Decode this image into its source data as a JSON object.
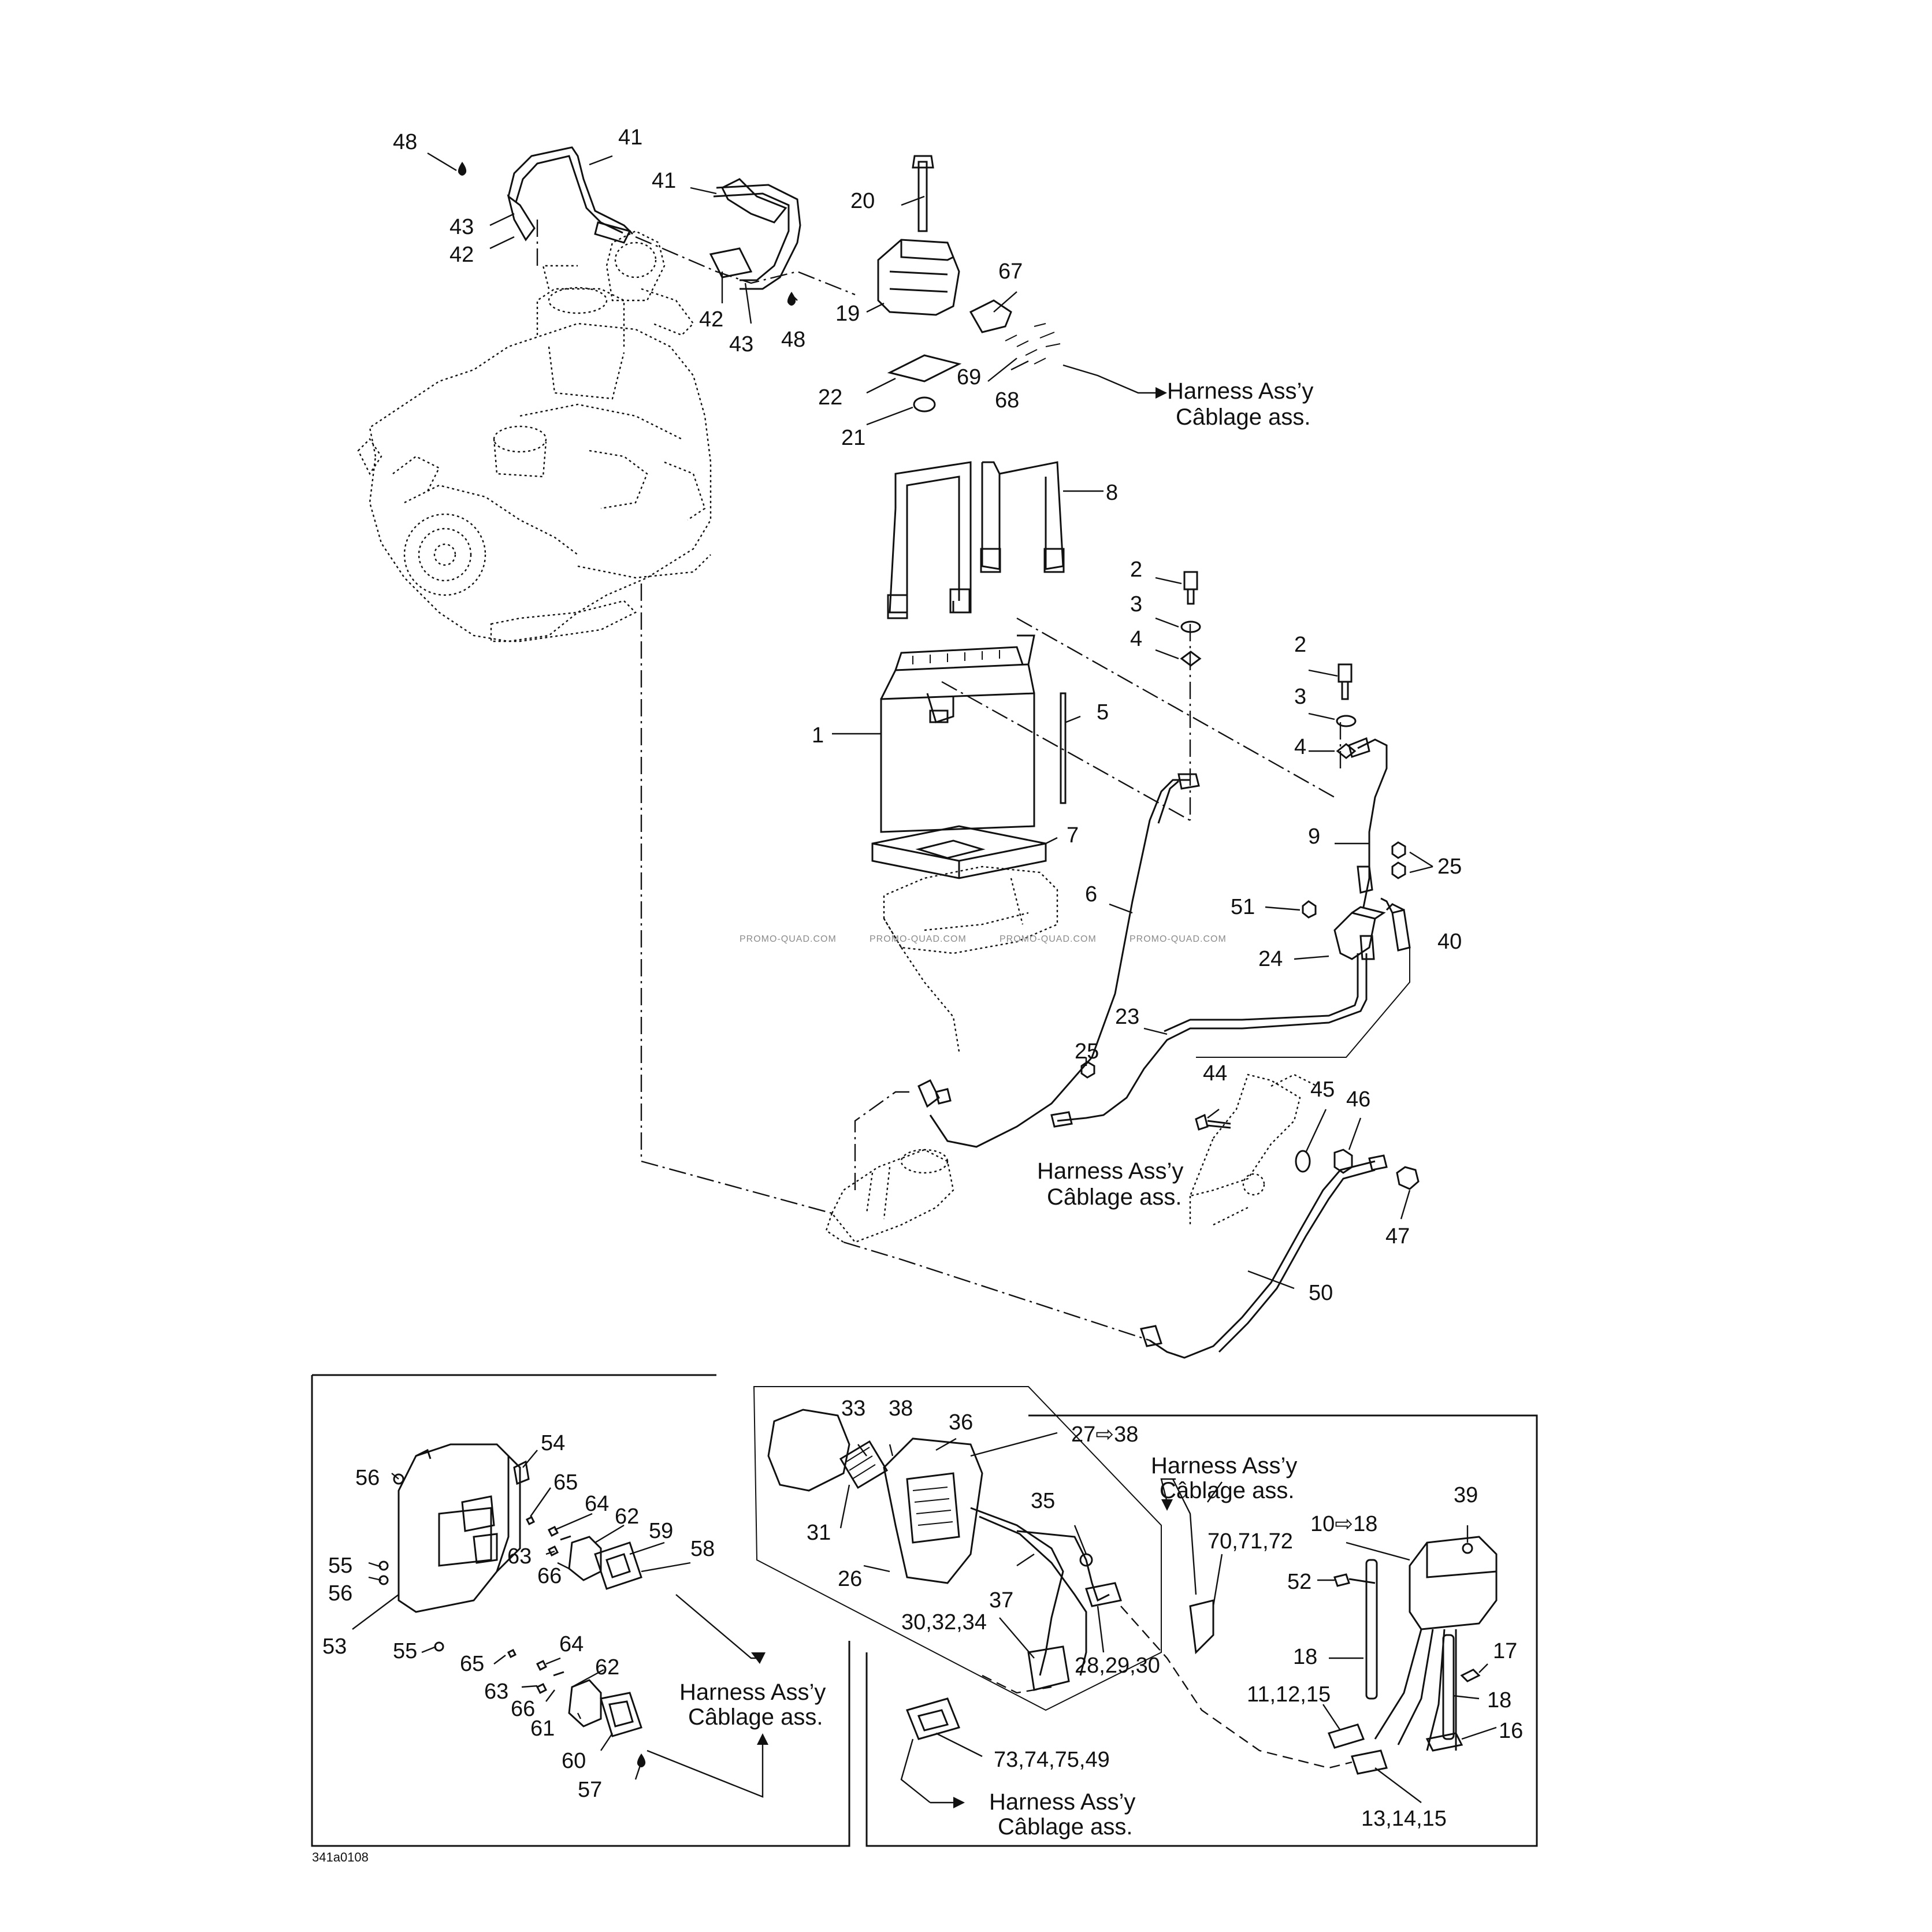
{
  "labels": [
    {
      "id": "48a",
      "text": "48"
    },
    {
      "id": "41a",
      "text": "41"
    },
    {
      "id": "41b",
      "text": "41"
    },
    {
      "id": "43a",
      "text": "43"
    },
    {
      "id": "42a",
      "text": "42"
    },
    {
      "id": "20",
      "text": "20"
    },
    {
      "id": "42b",
      "text": "42"
    },
    {
      "id": "43b",
      "text": "43"
    },
    {
      "id": "48b",
      "text": "48"
    },
    {
      "id": "19",
      "text": "19"
    },
    {
      "id": "67",
      "text": "67"
    },
    {
      "id": "69",
      "text": "69"
    },
    {
      "id": "22",
      "text": "22"
    },
    {
      "id": "68",
      "text": "68"
    },
    {
      "id": "21",
      "text": "21"
    },
    {
      "id": "8",
      "text": "8"
    },
    {
      "id": "2a",
      "text": "2"
    },
    {
      "id": "3a",
      "text": "3"
    },
    {
      "id": "4a",
      "text": "4"
    },
    {
      "id": "2b",
      "text": "2"
    },
    {
      "id": "3b",
      "text": "3"
    },
    {
      "id": "4b",
      "text": "4"
    },
    {
      "id": "1",
      "text": "1"
    },
    {
      "id": "5",
      "text": "5"
    },
    {
      "id": "7",
      "text": "7"
    },
    {
      "id": "9",
      "text": "9"
    },
    {
      "id": "25a",
      "text": "25"
    },
    {
      "id": "6",
      "text": "6"
    },
    {
      "id": "51",
      "text": "51"
    },
    {
      "id": "40",
      "text": "40"
    },
    {
      "id": "24",
      "text": "24"
    },
    {
      "id": "23",
      "text": "23"
    },
    {
      "id": "25b",
      "text": "25"
    },
    {
      "id": "44",
      "text": "44"
    },
    {
      "id": "45",
      "text": "45"
    },
    {
      "id": "46",
      "text": "46"
    },
    {
      "id": "47",
      "text": "47"
    },
    {
      "id": "50",
      "text": "50"
    },
    {
      "id": "54",
      "text": "54"
    },
    {
      "id": "56a",
      "text": "56"
    },
    {
      "id": "65a",
      "text": "65"
    },
    {
      "id": "64a",
      "text": "64"
    },
    {
      "id": "62a",
      "text": "62"
    },
    {
      "id": "59",
      "text": "59"
    },
    {
      "id": "58",
      "text": "58"
    },
    {
      "id": "55a",
      "text": "55"
    },
    {
      "id": "63a",
      "text": "63"
    },
    {
      "id": "66a",
      "text": "66"
    },
    {
      "id": "56b",
      "text": "56"
    },
    {
      "id": "53",
      "text": "53"
    },
    {
      "id": "55b",
      "text": "55"
    },
    {
      "id": "64b",
      "text": "64"
    },
    {
      "id": "62b",
      "text": "62"
    },
    {
      "id": "65b",
      "text": "65"
    },
    {
      "id": "63b",
      "text": "63"
    },
    {
      "id": "66b",
      "text": "66"
    },
    {
      "id": "61",
      "text": "61"
    },
    {
      "id": "60",
      "text": "60"
    },
    {
      "id": "57",
      "text": "57"
    },
    {
      "id": "33",
      "text": "33"
    },
    {
      "id": "38",
      "text": "38"
    },
    {
      "id": "36",
      "text": "36"
    },
    {
      "id": "27to38",
      "text": "27⇨38"
    },
    {
      "id": "31",
      "text": "31"
    },
    {
      "id": "35",
      "text": "35"
    },
    {
      "id": "26",
      "text": "26"
    },
    {
      "id": "37",
      "text": "37"
    },
    {
      "id": "30_32_34",
      "text": "30,32,34"
    },
    {
      "id": "28_29_30",
      "text": "28,29,30"
    },
    {
      "id": "73_74_75_49",
      "text": "73,74,75,49"
    },
    {
      "id": "70_71_72",
      "text": "70,71,72"
    },
    {
      "id": "39",
      "text": "39"
    },
    {
      "id": "10to18",
      "text": "10⇨18"
    },
    {
      "id": "52",
      "text": "52"
    },
    {
      "id": "18a",
      "text": "18"
    },
    {
      "id": "17",
      "text": "17"
    },
    {
      "id": "18b",
      "text": "18"
    },
    {
      "id": "11_12_15",
      "text": "11,12,15"
    },
    {
      "id": "16",
      "text": "16"
    },
    {
      "id": "13_14_15",
      "text": "13,14,15"
    }
  ],
  "harness_labels": [
    {
      "id": "h1",
      "line1": "Harness Ass’y",
      "line2": "Câblage ass."
    },
    {
      "id": "h2",
      "line1": "Harness Ass’y",
      "line2": "Câblage ass."
    },
    {
      "id": "h3",
      "line1": "Harness Ass’y",
      "line2": "Câblage ass."
    },
    {
      "id": "h4",
      "line1": "Harness Ass’y",
      "line2": "Câblage ass."
    },
    {
      "id": "h5",
      "line1": "Harness Ass’y",
      "line2": "Câblage ass."
    }
  ],
  "drawing_code": "341a0108",
  "watermark": "PROMO-QUAD.COM"
}
